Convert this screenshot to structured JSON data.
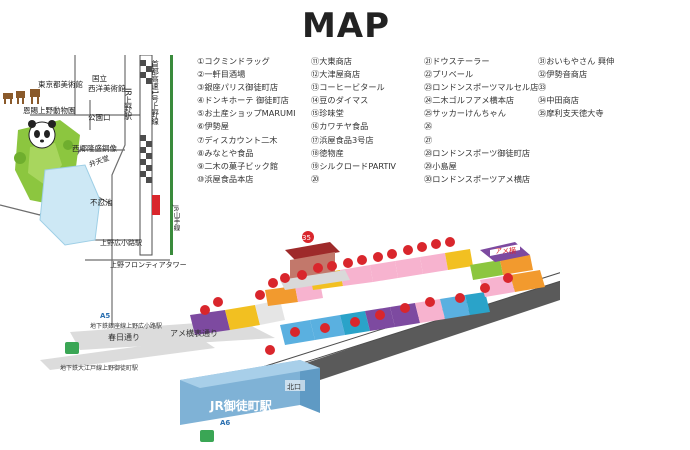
{
  "title": "MAP",
  "legend": {
    "col1": [
      "①コクミンドラッグ",
      "②一軒目酒場",
      "③銀座パリス御徒町店",
      "④ドンキホーテ 御徒町店",
      "⑤お土産ショップMARUMI",
      "⑥伊勢屋",
      "⑦ディスカウント二木",
      "⑧みなとや食品",
      "⑨二木の菓子ビック館",
      "⑩浜屋食品本店"
    ],
    "col2": [
      "⑪大東商店",
      "⑫大津屋商店",
      "⑬コーヒービタール",
      "⑭豆のダイマス",
      "⑮珍味堂",
      "⑯カワチヤ食品",
      "⑰浜屋食品3号店",
      "⑱徳物産",
      "⑲シルクロードPARTⅣ",
      "⑳"
    ],
    "col3": [
      "㉑ドウステーラー",
      "㉒プリベール",
      "㉓ロンドンスポーツマルセル店",
      "㉔二木ゴルフアメ横本店",
      "㉕サッカーけんちゃん",
      "㉖",
      "㉗",
      "㉘ロンドンスポーツ御徒町店",
      "㉙小島屋",
      "㉚ロンドンスポーツアメ横店"
    ],
    "col4": [
      "㉛おいもやさん 興伸",
      "㉜伊勢音商店",
      "㉝",
      "㉞中田商店",
      "㉟摩利支天徳大寺"
    ]
  },
  "map": {
    "ueno_museum": "東京都美術館",
    "ueno_zoo": "恩賜上野動物園",
    "national_museum_1": "国立",
    "national_museum_2": "西洋美術館",
    "saigo_statue": "西郷隆盛銅像",
    "bentendo": "弁天堂",
    "shinobazu": "不忍池",
    "park_exit": "公園口",
    "jr_ueno": "JR上野駅",
    "expressway": "首都高速1号上野線",
    "jr_line": "JR山手線",
    "ueno_hirokoji": "上野広小路駅",
    "frontier_tower": "上野フロンティアタワー",
    "a5_label": "A5",
    "a5_desc": "地下鉄銀座線上野広小路駅",
    "a6_label": "A6",
    "a6_desc": "地下鉄大江戸線上野御徒町駅",
    "kasuga": "春日通り",
    "ameyoko": "アメ横表通り",
    "jr_okachimachi": "JR御徒町駅",
    "north_exit": "北口",
    "ame_gate": "アメ横",
    "temple_num": "35"
  },
  "colors": {
    "park_green": "#8cc63f",
    "water": "#cde8f5",
    "station_blue": "#7fb2d6",
    "marker_red": "#d9262c",
    "rail_dark": "#4d4d4d"
  }
}
